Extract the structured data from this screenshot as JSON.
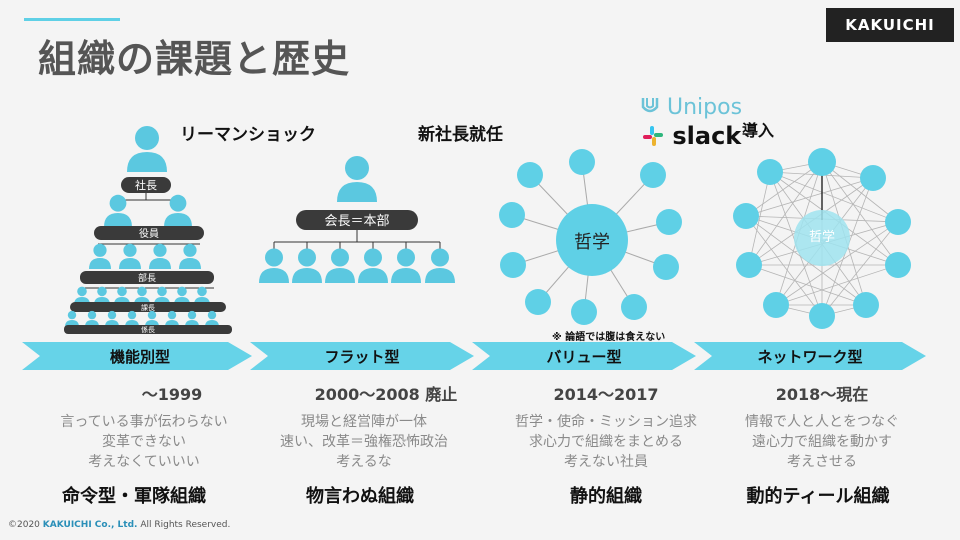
{
  "title": "組織の課題と歴史",
  "logo": "KAKUICHI",
  "events": {
    "lehman": "リーマンショック",
    "new_president": "新社長就任",
    "introduce": "導入"
  },
  "tools": {
    "unipos": "Unipos",
    "slack": "slack"
  },
  "diagram1": {
    "president": "社長",
    "officers": "役員",
    "managers": "部長",
    "sections": "課長",
    "staff": "係長"
  },
  "diagram2": {
    "head": "会長＝本部"
  },
  "diagram3": {
    "center": "哲学"
  },
  "diagram4": {
    "center": "哲学"
  },
  "footnote": "※ 論語では腹は食えない",
  "stages": [
    {
      "label": "機能別型",
      "years": "～1999",
      "desc": [
        "言っている事が伝わらない",
        "変革できない",
        "考えなくていいい"
      ],
      "conclusion": "命令型・軍隊組織"
    },
    {
      "label": "フラット型",
      "years": "2000～2008 廃止",
      "desc": [
        "現場と経営陣が一体",
        "速い、改革＝強権恐怖政治",
        "考えるな"
      ],
      "conclusion": "物言わぬ組織"
    },
    {
      "label": "バリュー型",
      "years": "2014～2017",
      "desc": [
        "哲学・使命・ミッション追求",
        "求心力で組織をまとめる",
        "考えない社員"
      ],
      "conclusion": "静的組織"
    },
    {
      "label": "ネットワーク型",
      "years": "2018～現在",
      "desc": [
        "情報で人と人とをつなぐ",
        "遠心力で組織を動かす",
        "考えさせる"
      ],
      "conclusion": "動的ティール組織"
    }
  ],
  "copyright": {
    "prefix": "©2020 ",
    "brand": "KAKUICHI Co., Ltd.",
    "suffix": " All Rights Reserved."
  },
  "colors": {
    "accent": "#5fd0e6",
    "arrow": "#66d3e8",
    "person": "#5bc8e0",
    "bar": "#3a3a3a"
  }
}
